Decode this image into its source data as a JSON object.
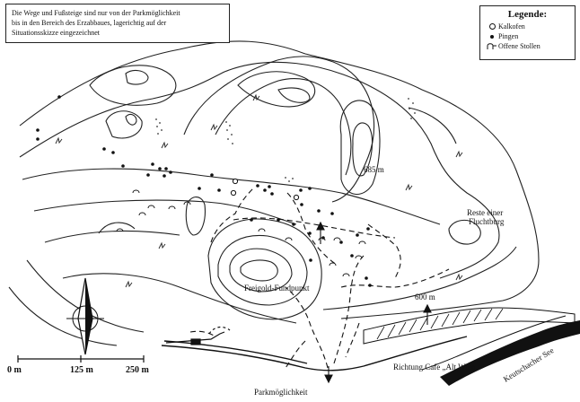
{
  "note": {
    "lines": [
      "Die Wege und Fußsteige sind nur von der Parkmöglichkeit",
      "bis in den Bereich des Erzabbaues, lagerichtig auf der",
      "Situationsskizze eingezeichnet"
    ]
  },
  "legend": {
    "title": "Legende:",
    "items": [
      {
        "label": "Kalkofen",
        "icon": "open-circle"
      },
      {
        "label": "Pingen",
        "icon": "filled-dot"
      },
      {
        "label": "Offene Stollen",
        "icon": "adit-symbol"
      }
    ]
  },
  "labels": {
    "contour_685": "685 m",
    "contour_600": "600 m",
    "reste": "Reste einer",
    "fluchtburg": "Fluchtburg",
    "freigold": "Freigold-Fundpunkt",
    "parking": "Parkmöglichkeit",
    "cafe": "Richtung Cafe „Alt Wien",
    "lake": "Keutschacher See"
  },
  "scale": {
    "ticks": [
      "0 m",
      "125 m",
      "250 m"
    ]
  },
  "colors": {
    "ink": "#111111",
    "paper": "#ffffff"
  }
}
